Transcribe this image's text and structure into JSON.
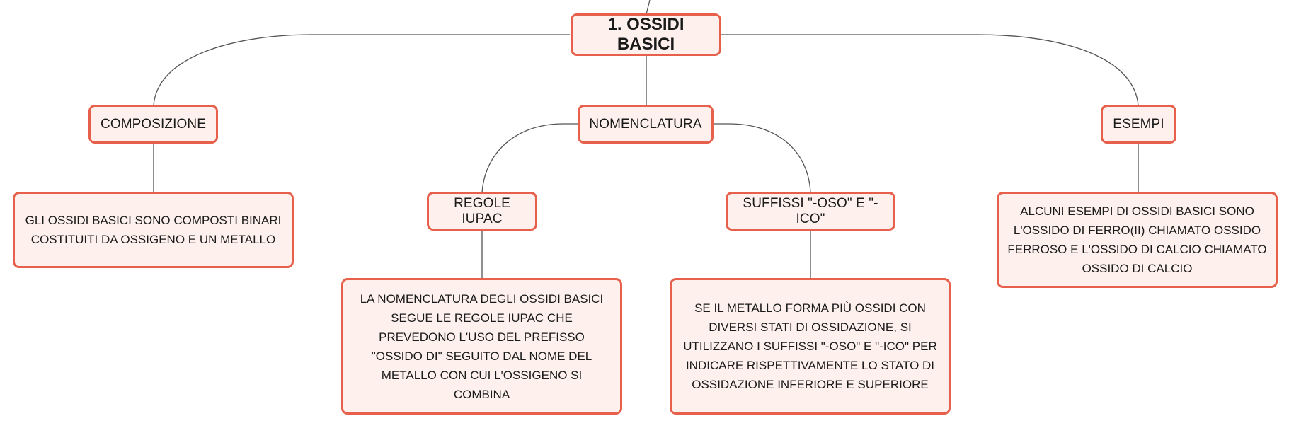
{
  "map": {
    "root": {
      "label": "1. OSSIDI BASICI"
    },
    "topics": {
      "composizione": {
        "label": "COMPOSIZIONE",
        "detail": "GLI OSSIDI BASICI SONO COMPOSTI BINARI COSTITUITI DA OSSIGENO E UN METALLO"
      },
      "nomenclatura": {
        "label": "NOMENCLATURA",
        "subtopics": {
          "regole_iupac": {
            "label": "REGOLE IUPAC",
            "detail": "LA NOMENCLATURA DEGLI OSSIDI BASICI SEGUE LE REGOLE IUPAC CHE PREVEDONO L'USO DEL PREFISSO \"OSSIDO DI\" SEGUITO DAL NOME DEL METALLO CON CUI L'OSSIGENO SI COMBINA"
          },
          "suffissi": {
            "label": "SUFFISSI \"-OSO\" E \"-ICO\"",
            "detail": "SE IL METALLO FORMA PIÙ OSSIDI CON DIVERSI STATI DI OSSIDAZIONE, SI UTILIZZANO I SUFFISSI \"-OSO\" E \"-ICO\" PER INDICARE RISPETTIVAMENTE LO STATO DI OSSIDAZIONE INFERIORE E SUPERIORE"
          }
        }
      },
      "esempi": {
        "label": "ESEMPI",
        "detail": "ALCUNI ESEMPI DI OSSIDI BASICI SONO L'OSSIDO DI FERRO(II) CHIAMATO OSSIDO FERROSO E L'OSSIDO DI CALCIO CHIAMATO OSSIDO DI CALCIO"
      }
    }
  },
  "colors": {
    "node_border": "#e6604c",
    "node_fill": "#fdf0ed",
    "connector": "#555555"
  }
}
